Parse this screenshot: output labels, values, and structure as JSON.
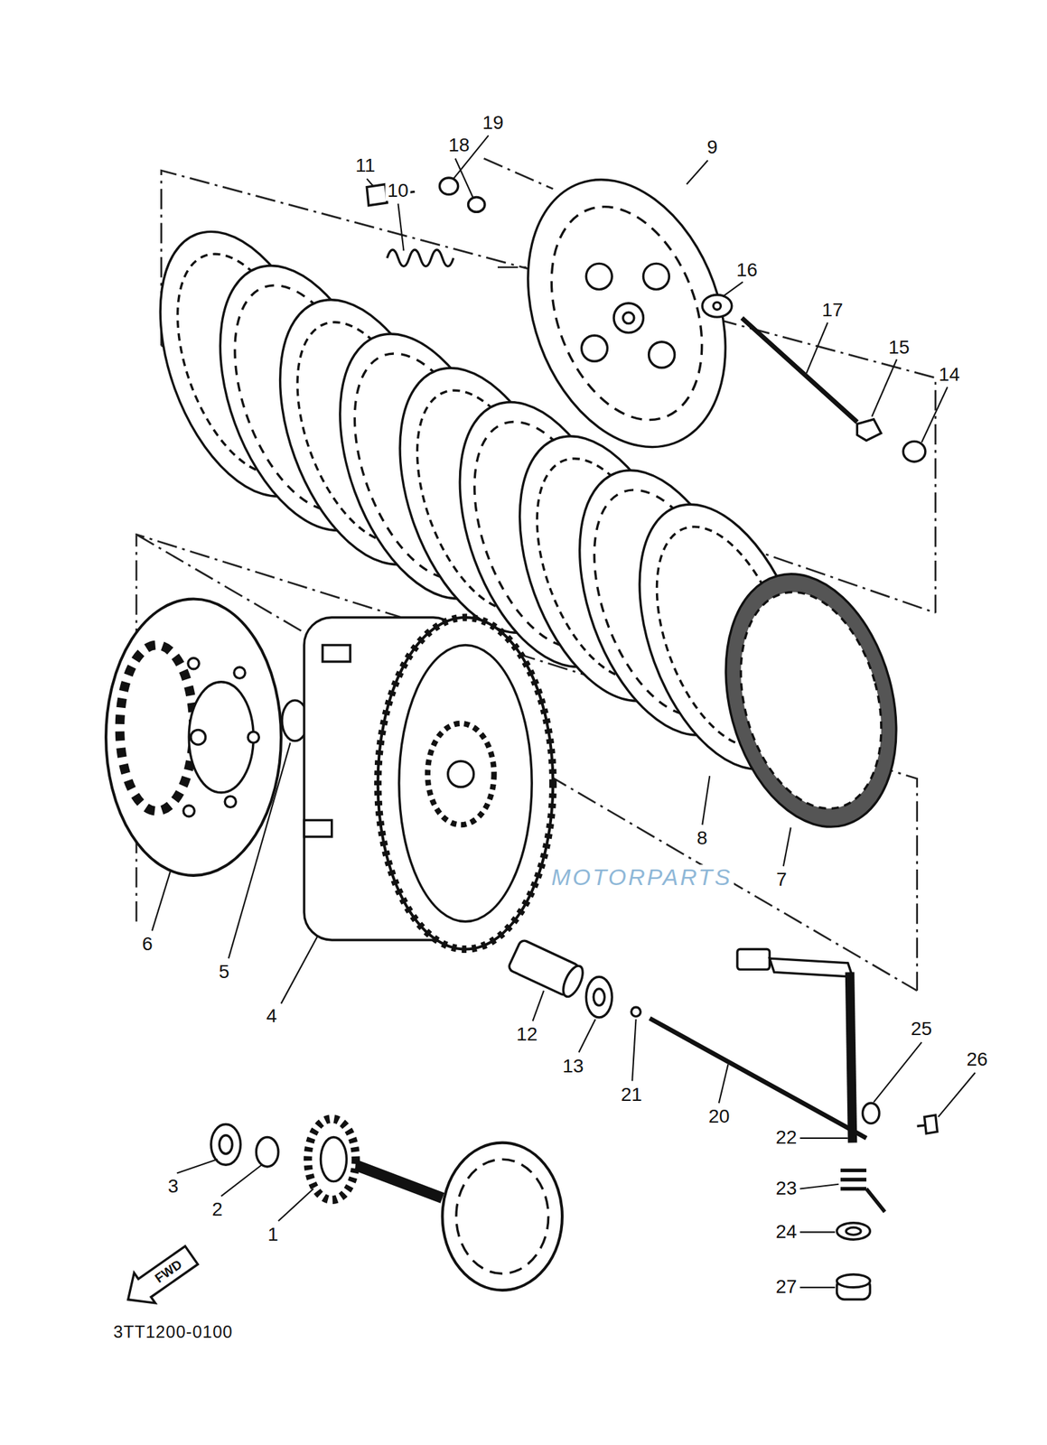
{
  "diagram": {
    "labels": [
      "19",
      "18",
      "9",
      "11",
      "10",
      "16",
      "17",
      "15",
      "14",
      "8",
      "7",
      "6",
      "5",
      "4",
      "12",
      "13",
      "21",
      "20",
      "25",
      "26",
      "22",
      "23",
      "24",
      "27",
      "3",
      "2",
      "1",
      "FWD",
      "3TT1200-0100",
      "MOTORPARTS"
    ]
  }
}
